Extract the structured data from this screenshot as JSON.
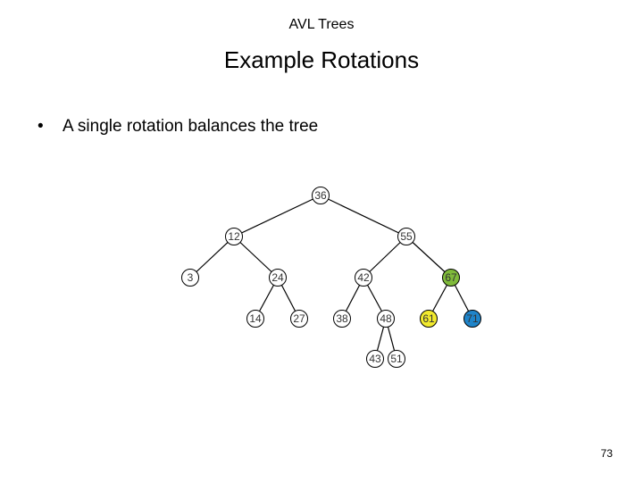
{
  "header": {
    "title": "AVL Trees"
  },
  "slide": {
    "title": "Example Rotations",
    "bullet_symbol": "•",
    "bullet": "A single rotation balances the tree",
    "page_number": "73"
  },
  "tree": {
    "nodes": [
      {
        "id": "n36",
        "label": "36",
        "fill": "#ffffff"
      },
      {
        "id": "n12",
        "label": "12",
        "fill": "#ffffff"
      },
      {
        "id": "n55",
        "label": "55",
        "fill": "#ffffff"
      },
      {
        "id": "n3",
        "label": "3",
        "fill": "#ffffff"
      },
      {
        "id": "n24",
        "label": "24",
        "fill": "#ffffff"
      },
      {
        "id": "n42",
        "label": "42",
        "fill": "#ffffff"
      },
      {
        "id": "n67",
        "label": "67",
        "fill": "#7fba3a"
      },
      {
        "id": "n14",
        "label": "14",
        "fill": "#ffffff"
      },
      {
        "id": "n27",
        "label": "27",
        "fill": "#ffffff"
      },
      {
        "id": "n38",
        "label": "38",
        "fill": "#ffffff"
      },
      {
        "id": "n48",
        "label": "48",
        "fill": "#ffffff"
      },
      {
        "id": "n61",
        "label": "61",
        "fill": "#f2ea2e"
      },
      {
        "id": "n71",
        "label": "71",
        "fill": "#1f84c9"
      },
      {
        "id": "n43",
        "label": "43",
        "fill": "#ffffff"
      },
      {
        "id": "n51",
        "label": "51",
        "fill": "#ffffff"
      }
    ],
    "edges": [
      [
        "n36",
        "n12"
      ],
      [
        "n36",
        "n55"
      ],
      [
        "n12",
        "n3"
      ],
      [
        "n12",
        "n24"
      ],
      [
        "n24",
        "n14"
      ],
      [
        "n24",
        "n27"
      ],
      [
        "n55",
        "n42"
      ],
      [
        "n55",
        "n67"
      ],
      [
        "n42",
        "n38"
      ],
      [
        "n42",
        "n48"
      ],
      [
        "n48",
        "n43"
      ],
      [
        "n48",
        "n51"
      ],
      [
        "n67",
        "n61"
      ],
      [
        "n67",
        "n71"
      ]
    ]
  }
}
